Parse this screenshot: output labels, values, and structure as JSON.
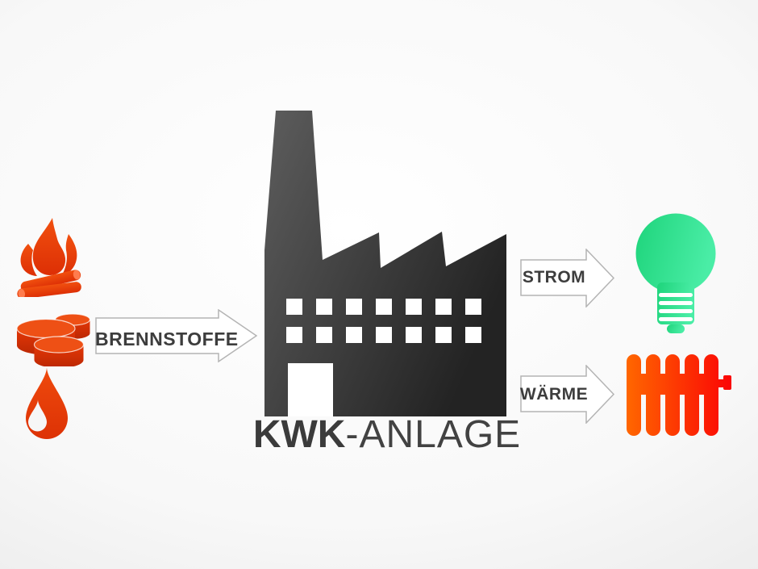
{
  "diagram": {
    "title": "KWK-Anlage Energiefluss",
    "plant": {
      "title_bold": "KWK",
      "title_rest": "-ANLAGE",
      "icon": "factory-icon",
      "windows": {
        "columns": 7,
        "rows": 2
      }
    },
    "inputs": {
      "arrow_label": "BRENNSTOFFE",
      "icons": [
        {
          "name": "campfire-icon",
          "meaning": "Holz / Feuer"
        },
        {
          "name": "pellets-icon",
          "meaning": "Briketts / Pellets"
        },
        {
          "name": "oil-drop-icon",
          "meaning": "Öl"
        }
      ]
    },
    "outputs": [
      {
        "label": "STROM",
        "icon": "lightbulb-icon"
      },
      {
        "label": "WÄRME",
        "icon": "radiator-icon"
      }
    ],
    "colors": {
      "fuel_red": "#e83d0a",
      "fuel_red_dark": "#c22a04",
      "fuel_highlight": "#ee5015",
      "electricity_green_dark": "#1ed47b",
      "electricity_green_light": "#4aeda6",
      "heat_orange": "#ff6800",
      "heat_red": "#fb0505",
      "factory_light": "#5d5d5d",
      "factory_dark": "#232323",
      "label_gray": "#3d3d3d",
      "arrow_fill": "#ffffff",
      "arrow_outline": "#b4b4b4",
      "background_edge": "#e0e0e0"
    }
  }
}
